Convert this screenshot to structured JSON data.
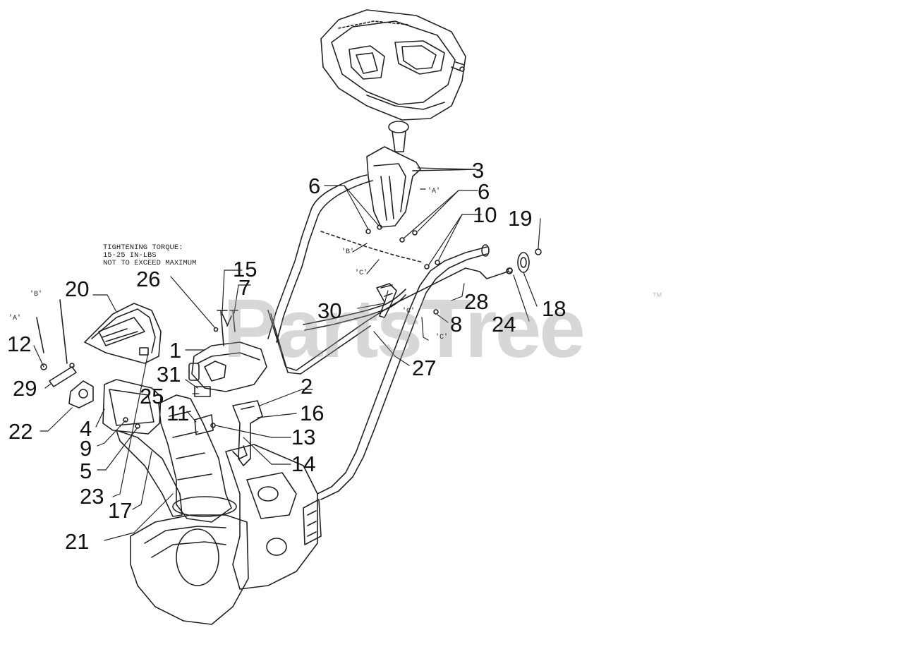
{
  "note": {
    "line1": "TIGHTENING TORQUE:",
    "line2": "15-25 IN-LBS",
    "line3": "NOT TO EXCEED MAXIMUM"
  },
  "watermark": {
    "text": "PartsTree",
    "trademark": "™"
  },
  "refs": {
    "a": "'A'",
    "b": "'B'",
    "c": "'C'"
  },
  "callouts": {
    "c1": "1",
    "c2": "2",
    "c3": "3",
    "c4": "4",
    "c5": "5",
    "c6": "6",
    "c7": "7",
    "c8": "8",
    "c9": "9",
    "c10": "10",
    "c11": "11",
    "c12": "12",
    "c13": "13",
    "c14": "14",
    "c15": "15",
    "c16": "16",
    "c17": "17",
    "c18": "18",
    "c19": "19",
    "c20": "20",
    "c21": "21",
    "c22": "22",
    "c23": "23",
    "c24": "24",
    "c25": "25",
    "c26": "26",
    "c27": "27",
    "c28": "28",
    "c29": "29",
    "c30": "30",
    "c31": "31"
  }
}
